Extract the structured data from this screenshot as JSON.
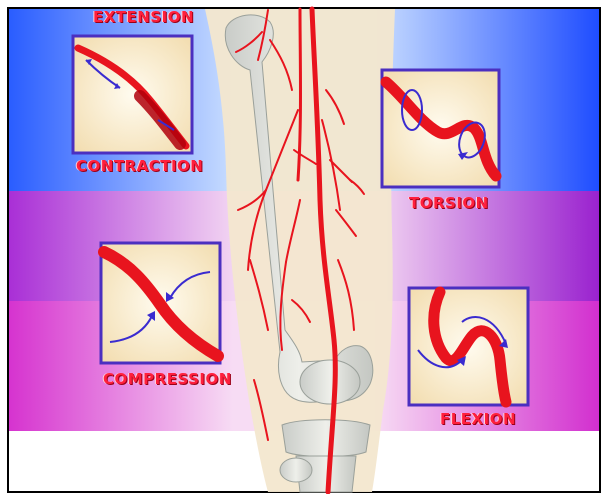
{
  "labels": {
    "extension": "EXTENSION",
    "contraction": "CONTRACTION",
    "torsion": "TORSION",
    "compression": "COMPRESSION",
    "flexion": "FLEXION"
  },
  "colors": {
    "artery": "#e8141e",
    "artery_dark": "#b0000c",
    "arrow": "#3a2bd0",
    "inset_frame": "#4b2fc0",
    "label_text": "#ff1f3d",
    "band_blue": "#2255ff",
    "band_purple": "#b23cd6",
    "band_magenta": "#d83ad0",
    "bone": "#dfe0dc",
    "skin": "#f3e7cf"
  }
}
